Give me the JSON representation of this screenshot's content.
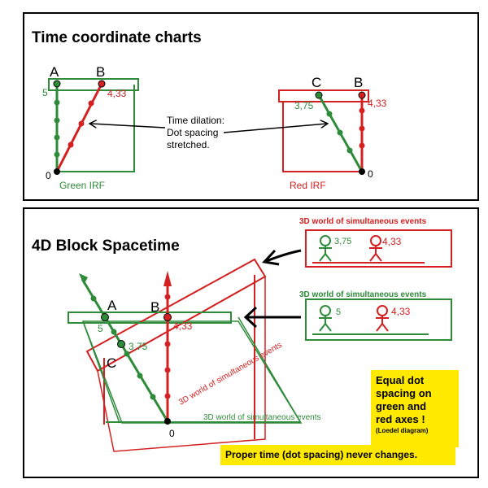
{
  "top_panel": {
    "title": "Time coordinate charts",
    "note": [
      "Time dilation:",
      "Dot spacing",
      "stretched."
    ],
    "green_chart": {
      "label": "Green IRF",
      "tick": "5",
      "origin": "0",
      "event_a": "A",
      "event_b": "B",
      "b_value": "4,33"
    },
    "red_chart": {
      "label": "Red IRF",
      "origin": "0",
      "event_c": "C",
      "event_b": "B",
      "c_value": "3,75",
      "b_value": "4,33"
    }
  },
  "bottom_panel": {
    "title": "4D Block Spacetime",
    "origin": "0",
    "event_a": "A",
    "event_b": "B",
    "event_c": "C",
    "a_value": "5",
    "b_value": "4,33",
    "c_value": "3,75",
    "red_slice_label": "3D world of simultaneous events",
    "green_slice_label": "3D world of simultaneous events",
    "inset_red": {
      "title": "3D world of simultaneous events",
      "green_value": "3,75",
      "red_value": "4,33"
    },
    "inset_green": {
      "title": "3D world of simultaneous events",
      "green_value": "5",
      "red_value": "4,33"
    },
    "yellow_equal": {
      "lines": [
        "Equal dot",
        "spacing on",
        "green and",
        "red axes !"
      ],
      "sub": "(Loedel diagram)"
    },
    "yellow_proper": "Proper time (dot spacing) never changes."
  },
  "colors": {
    "green": "#2e8b3a",
    "red": "#d42020",
    "black": "#000000",
    "yellow": "#ffe900"
  }
}
